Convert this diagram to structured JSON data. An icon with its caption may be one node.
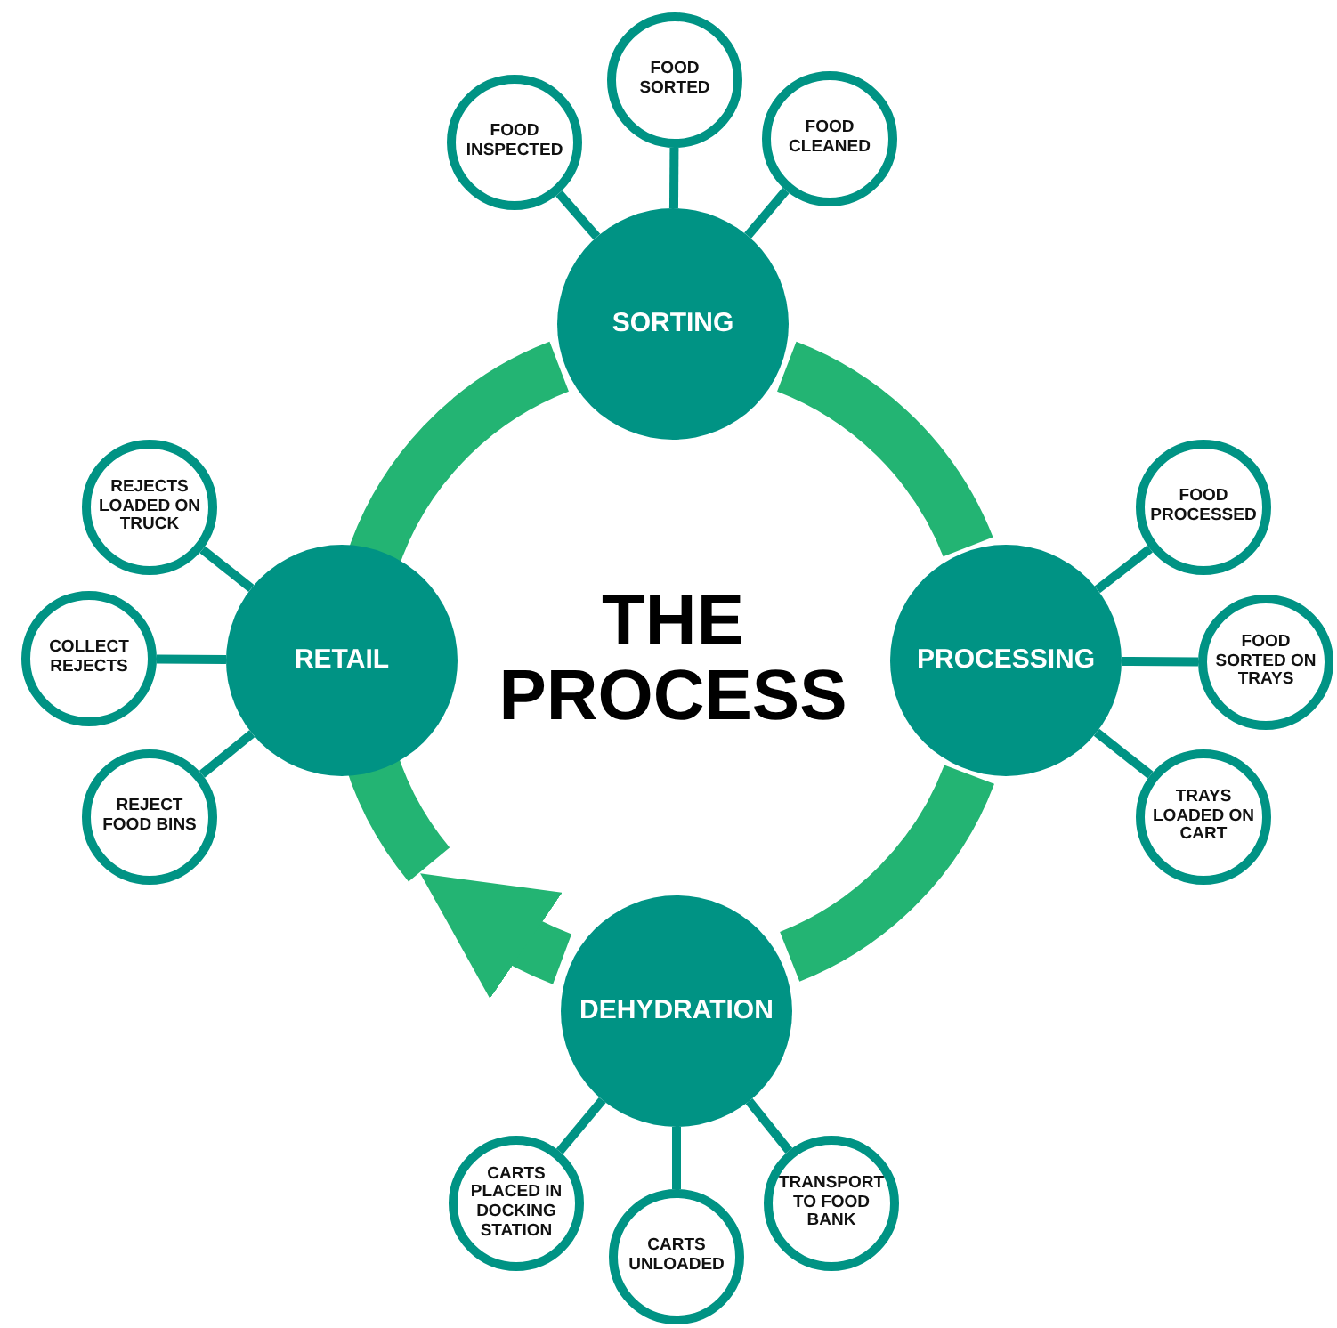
{
  "diagram": {
    "title": "THE PROCESS",
    "nodes": [
      {
        "text": [
          "SORTING"
        ]
      },
      {
        "text": [
          "FOOD INSPECTED"
        ]
      },
      {
        "text": [
          "FOOD SORTED"
        ]
      },
      {
        "text": [
          "FOOD CLEANED"
        ]
      },
      {
        "text": [
          "PROCESSING"
        ]
      },
      {
        "text": [
          "FOOD PROCESSED"
        ]
      },
      {
        "text": [
          "FOOD SORTED ON TRAYS"
        ]
      },
      {
        "text": [
          "TRAYS LOADED ON CART"
        ]
      },
      {
        "text": [
          "DEHYDRATION"
        ]
      },
      {
        "text": [
          "CARTS PLACED IN DOCKING STATION"
        ]
      },
      {
        "text": [
          "CARTS UNLOADED"
        ]
      },
      {
        "text": [
          "TRANSPORT TO FOOD BANK"
        ]
      },
      {
        "text": [
          "RETAIL"
        ]
      },
      {
        "text": [
          "REJECTS LOADED ON TRUCK"
        ]
      },
      {
        "text": [
          "COLLECT REJECTS"
        ]
      },
      {
        "text": [
          "REJECT FOOD BINS"
        ]
      }
    ],
    "edges": [
      {
        "from": 0,
        "to": 1,
        "arrow": "none"
      },
      {
        "from": 0,
        "to": 2,
        "arrow": "none"
      },
      {
        "from": 0,
        "to": 3,
        "arrow": "none"
      },
      {
        "from": 4,
        "to": 5,
        "arrow": "none"
      },
      {
        "from": 4,
        "to": 6,
        "arrow": "none"
      },
      {
        "from": 4,
        "to": 7,
        "arrow": "none"
      },
      {
        "from": 8,
        "to": 9,
        "arrow": "none"
      },
      {
        "from": 8,
        "to": 10,
        "arrow": "none"
      },
      {
        "from": 8,
        "to": 11,
        "arrow": "none"
      },
      {
        "from": 12,
        "to": 13,
        "arrow": "none"
      },
      {
        "from": 12,
        "to": 14,
        "arrow": "none"
      },
      {
        "from": 12,
        "to": 15,
        "arrow": "none"
      },
      {
        "from": 0,
        "to": 4,
        "arrow": "none",
        "style": "thick",
        "color": "#23b473"
      },
      {
        "from": 4,
        "to": 8,
        "arrow": "none",
        "style": "thick",
        "color": "#23b473"
      },
      {
        "from": 8,
        "to": 12,
        "arrow": "to",
        "style": "thick",
        "color": "#23b473"
      },
      {
        "from": 12,
        "to": 0,
        "arrow": "none",
        "style": "thick",
        "color": "#23b473"
      }
    ]
  }
}
